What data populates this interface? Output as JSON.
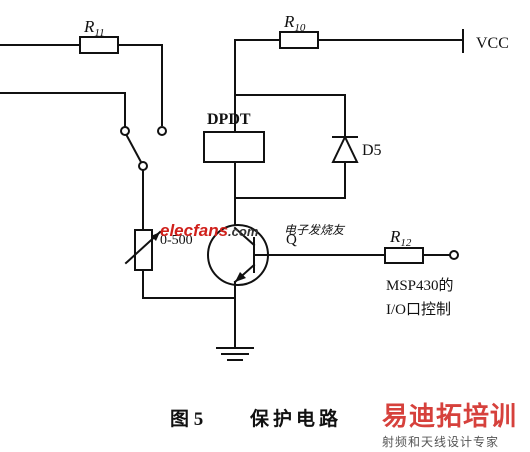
{
  "figure": {
    "caption_number": "图 5",
    "caption_title": "保护电路"
  },
  "components": {
    "r11": {
      "letter": "R",
      "sub": "11"
    },
    "r10": {
      "letter": "R",
      "sub": "10"
    },
    "r12": {
      "letter": "R",
      "sub": "12"
    },
    "vcc": "VCC",
    "relay": "DPDT",
    "diode": "D5",
    "pot_range": "0-500",
    "transistor": "Q"
  },
  "io_label": {
    "line1": "MSP430的",
    "line2": "I/O口控制"
  },
  "watermarks": {
    "elecfans_domain": "elecfans",
    "elecfans_tld": ".com",
    "elecfans_cn": "电子发烧友",
    "edu_brand": "易迪拓培训",
    "edu_tagline": "射频和天线设计专家"
  }
}
